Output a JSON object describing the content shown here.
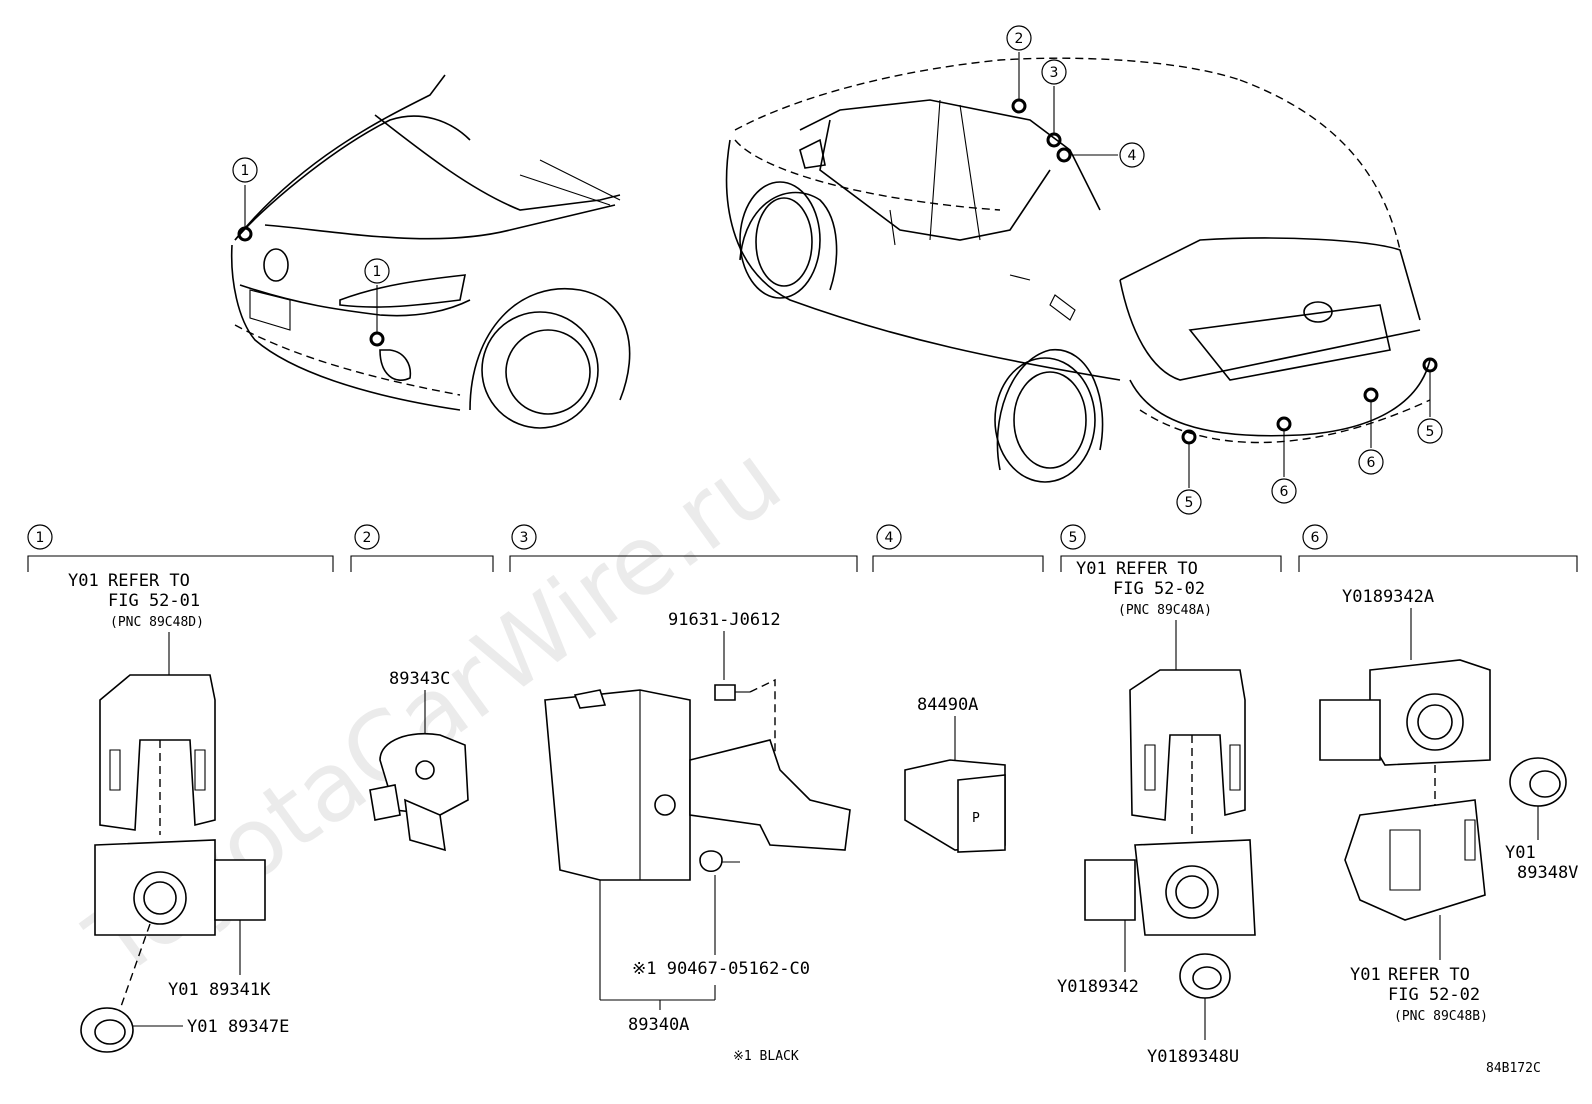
{
  "watermark": "ToyotaCarWire.ru",
  "figure_code": "84B172C",
  "footnote": "※1 BLACK",
  "callouts": {
    "c1": "1",
    "c2": "2",
    "c3": "3",
    "c4": "4",
    "c5": "5",
    "c6": "6"
  },
  "groups": [
    {
      "num": "1",
      "labels": {
        "refer_prefix": "Y01",
        "refer_to": "REFER TO",
        "fig": "FIG 52-01",
        "pnc": "(PNC 89C48D)",
        "sensor": "Y01 89341K",
        "bezel": "Y01 89347E"
      }
    },
    {
      "num": "2",
      "labels": {
        "part": "89343C"
      }
    },
    {
      "num": "3",
      "labels": {
        "bolt": "91631-J0612",
        "screw": "※1 90467-05162-C0",
        "ecu": "89340A"
      }
    },
    {
      "num": "4",
      "labels": {
        "switch": "84490A",
        "switch_icon": "P"
      }
    },
    {
      "num": "5",
      "labels": {
        "refer_prefix": "Y01",
        "refer_to": "REFER TO",
        "fig": "FIG 52-02",
        "pnc": "(PNC 89C48A)",
        "sensor": "Y0189342",
        "bezel": "Y0189348U"
      }
    },
    {
      "num": "6",
      "labels": {
        "sensor_top": "Y0189342A",
        "bezel_prefix": "Y01",
        "bezel": "89348V",
        "refer_prefix": "Y01",
        "refer_to": "REFER TO",
        "fig": "FIG 52-02",
        "pnc": "(PNC 89C48B)"
      }
    }
  ]
}
